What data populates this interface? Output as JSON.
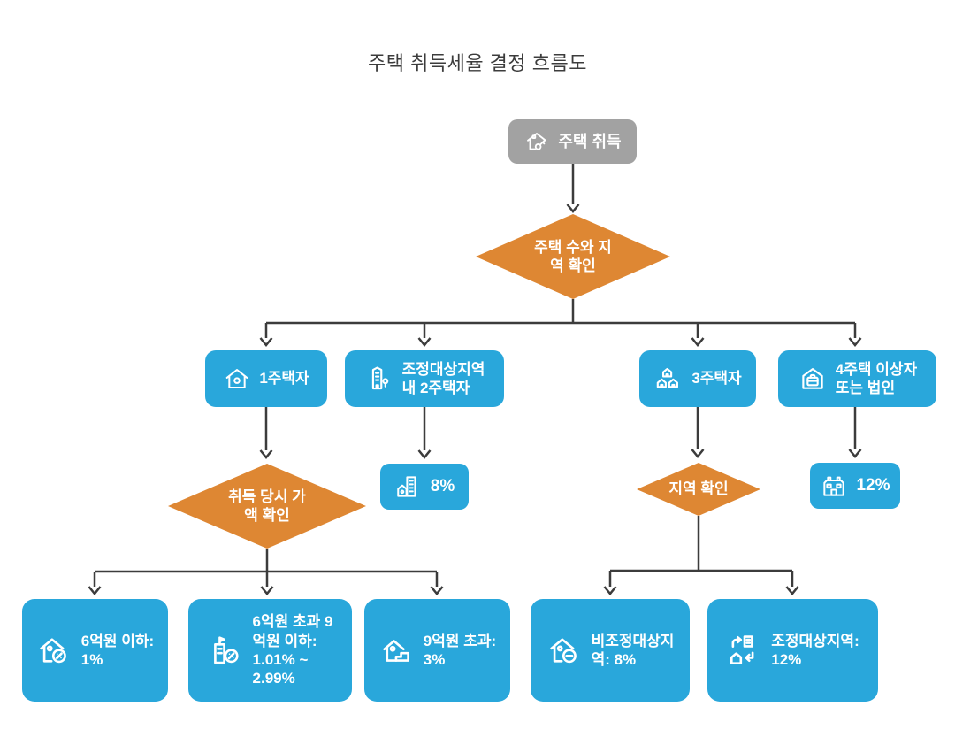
{
  "title": "주택 취득세율 결정 흐름도",
  "colors": {
    "node_blue": "#29a7db",
    "node_gray": "#a2a2a2",
    "diamond_orange": "#de8733",
    "connector": "#3c3c3c",
    "title_text": "#3c3c3c",
    "node_text": "#ffffff"
  },
  "flowchart": {
    "nodes": {
      "start": {
        "label": "주택 취득",
        "icon": "house-key-icon",
        "shape": "rounded-rect",
        "color": "gray"
      },
      "check_count_region": {
        "label": "주택 수와 지\n역 확인",
        "shape": "diamond",
        "color": "orange"
      },
      "one_house": {
        "label": "1주택자",
        "icon": "house-icon",
        "shape": "rounded-rect",
        "color": "blue"
      },
      "two_house_adjusted": {
        "label": "조정대상지역\n내 2주택자",
        "icon": "building-pin-icon",
        "shape": "rounded-rect",
        "color": "blue"
      },
      "three_house": {
        "label": "3주택자",
        "icon": "houses-icon",
        "shape": "rounded-rect",
        "color": "blue"
      },
      "four_house_or_corp": {
        "label": "4주택 이상자\n또는 법인",
        "icon": "house-briefcase-icon",
        "shape": "rounded-rect",
        "color": "blue"
      },
      "check_price": {
        "label": "취득 당시 가\n액 확인",
        "shape": "diamond",
        "color": "orange"
      },
      "rate_8": {
        "label": "8%",
        "icon": "buildings-icon",
        "shape": "rounded-rect",
        "color": "blue"
      },
      "check_region": {
        "label": "지역 확인",
        "shape": "diamond",
        "color": "orange"
      },
      "rate_12": {
        "label": "12%",
        "icon": "building-windows-icon",
        "shape": "rounded-rect",
        "color": "blue"
      },
      "under_600m": {
        "label": "6억원 이하:\n1%",
        "icon": "house-percent-icon",
        "shape": "rounded-rect",
        "color": "blue"
      },
      "between_600m_900m": {
        "label": "6억원 초과 9\n억원 이하:\n1.01% ~\n2.99%",
        "icon": "building-percent-icon",
        "shape": "rounded-rect",
        "color": "blue"
      },
      "over_900m": {
        "label": "9억원 초과:\n3%",
        "icon": "house-steps-icon",
        "shape": "rounded-rect",
        "color": "blue"
      },
      "non_adjusted_region": {
        "label": "비조정대상지\n역: 8%",
        "icon": "house-minus-icon",
        "shape": "rounded-rect",
        "color": "blue"
      },
      "adjusted_region": {
        "label": "조정대상지역:\n12%",
        "icon": "house-exchange-icon",
        "shape": "rounded-rect",
        "color": "blue"
      }
    },
    "edges": [
      {
        "from": "start",
        "to": "check_count_region"
      },
      {
        "from": "check_count_region",
        "to": "one_house"
      },
      {
        "from": "check_count_region",
        "to": "two_house_adjusted"
      },
      {
        "from": "check_count_region",
        "to": "three_house"
      },
      {
        "from": "check_count_region",
        "to": "four_house_or_corp"
      },
      {
        "from": "one_house",
        "to": "check_price"
      },
      {
        "from": "two_house_adjusted",
        "to": "rate_8"
      },
      {
        "from": "three_house",
        "to": "check_region"
      },
      {
        "from": "four_house_or_corp",
        "to": "rate_12"
      },
      {
        "from": "check_price",
        "to": "under_600m"
      },
      {
        "from": "check_price",
        "to": "between_600m_900m"
      },
      {
        "from": "check_price",
        "to": "over_900m"
      },
      {
        "from": "check_region",
        "to": "non_adjusted_region"
      },
      {
        "from": "check_region",
        "to": "adjusted_region"
      }
    ]
  }
}
